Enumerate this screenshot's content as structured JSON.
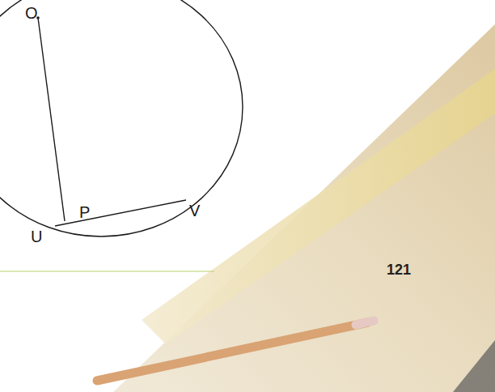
{
  "diagram": {
    "labels": [
      "O",
      "P",
      "U",
      "V",
      "121"
    ]
  }
}
